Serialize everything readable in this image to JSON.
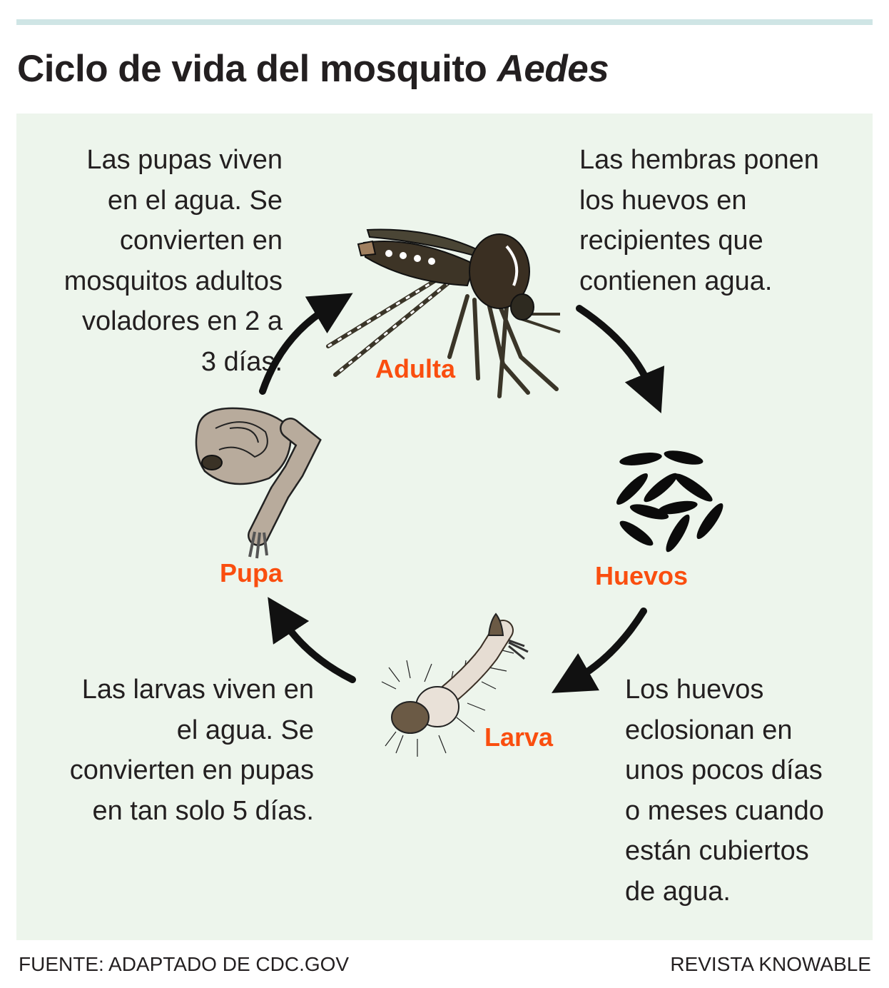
{
  "header": {
    "title_main": "Ciclo de vida del mosquito ",
    "title_italic": "Aedes"
  },
  "stages": {
    "adult": "Adulta",
    "eggs": "Huevos",
    "larva": "Larva",
    "pupa": "Pupa"
  },
  "descriptions": {
    "pupa": "Las pupas viven\nen el agua. Se\nconvierten en\nmosquitos adultos\nvoladores en 2 a \n3 días.",
    "adult": "Las hembras ponen\nlos huevos en\nrecipientes que\ncontienen agua.",
    "eggs": "Los huevos\neclosionan en\nunos pocos días\no meses cuando\nestán cubiertos\nde agua.",
    "larva": "Las larvas viven en\nel agua. Se\nconvierten en pupas\nen tan solo 5 días."
  },
  "footer": {
    "source": "FUENTE: ADAPTADO DE CDC.GOV",
    "publisher": "REVISTA KNOWABLE"
  },
  "colors": {
    "accent": "#fa4e0f",
    "panel_bg": "#edf5ec",
    "top_rule": "#cfe5e5",
    "text": "#231f20"
  }
}
